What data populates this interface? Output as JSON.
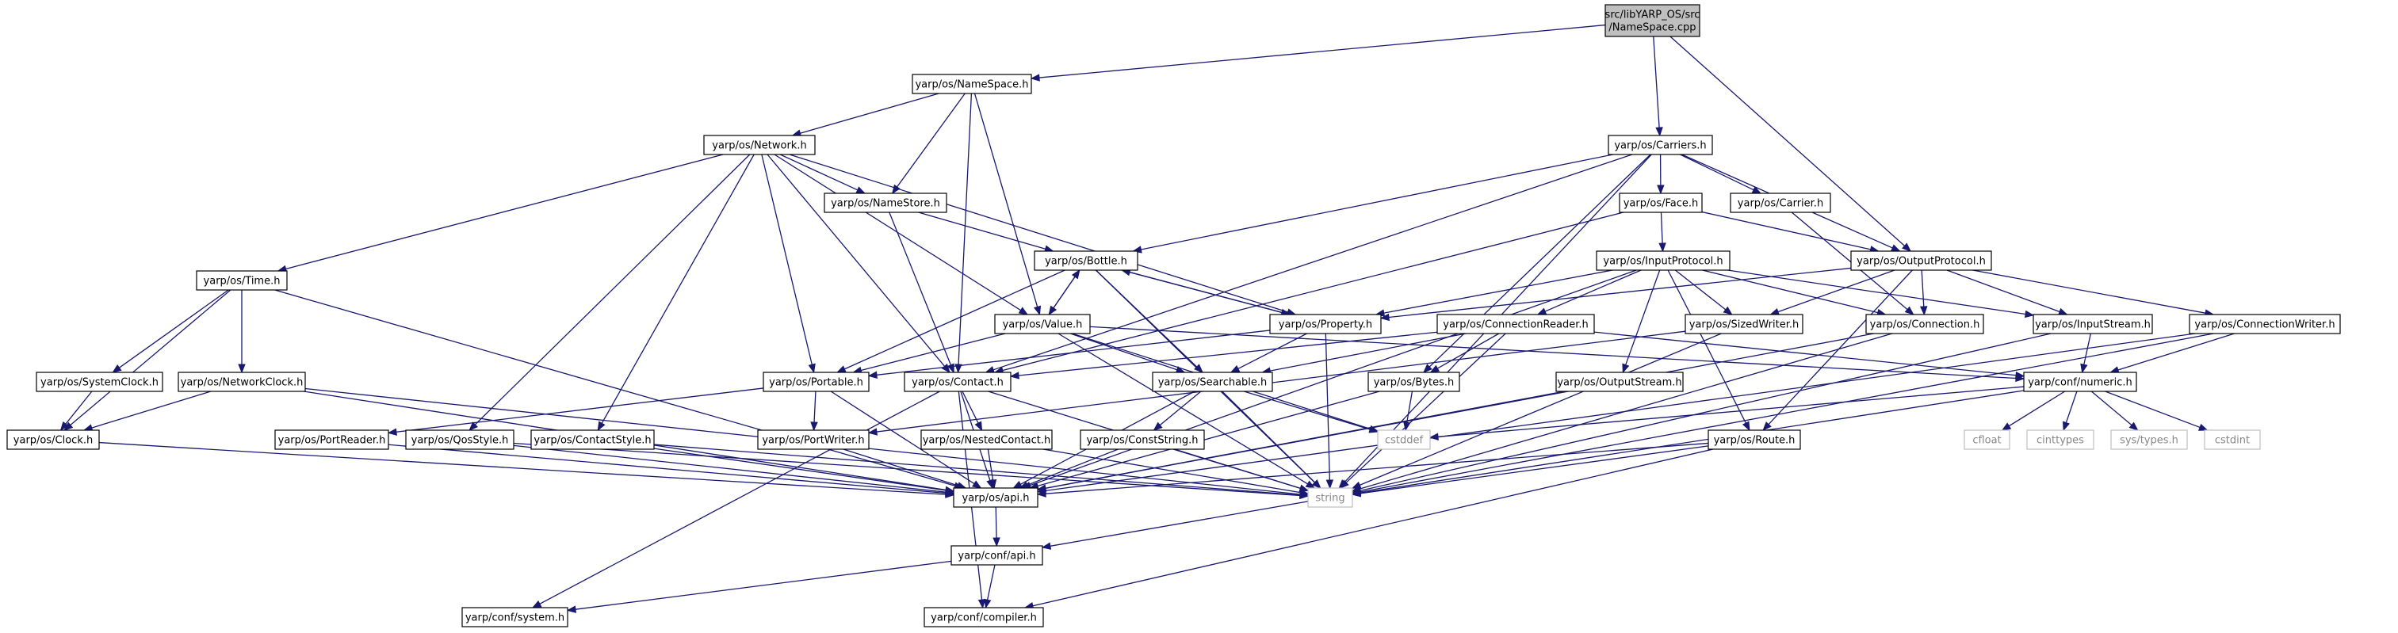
{
  "title": "",
  "colors": {
    "root_fill": "#bfbfbf",
    "node_border": "#000000",
    "system_border": "#bfbfbf",
    "system_text": "#888888",
    "edge": "#191970"
  },
  "nodes": [
    {
      "id": "root",
      "lines": [
        "src/libYARP_OS/src",
        "/NameSpace.cpp"
      ],
      "kind": "root"
    },
    {
      "id": "NameSpace_h",
      "lines": [
        "yarp/os/NameSpace.h"
      ],
      "kind": "local"
    },
    {
      "id": "Network_h",
      "lines": [
        "yarp/os/Network.h"
      ],
      "kind": "local"
    },
    {
      "id": "Carriers_h",
      "lines": [
        "yarp/os/Carriers.h"
      ],
      "kind": "local"
    },
    {
      "id": "NameStore_h",
      "lines": [
        "yarp/os/NameStore.h"
      ],
      "kind": "local"
    },
    {
      "id": "Face_h",
      "lines": [
        "yarp/os/Face.h"
      ],
      "kind": "local"
    },
    {
      "id": "Carrier_h",
      "lines": [
        "yarp/os/Carrier.h"
      ],
      "kind": "local"
    },
    {
      "id": "Bottle_h",
      "lines": [
        "yarp/os/Bottle.h"
      ],
      "kind": "local"
    },
    {
      "id": "InputProtocol_h",
      "lines": [
        "yarp/os/InputProtocol.h"
      ],
      "kind": "local"
    },
    {
      "id": "OutputProtocol_h",
      "lines": [
        "yarp/os/OutputProtocol.h"
      ],
      "kind": "local"
    },
    {
      "id": "Time_h",
      "lines": [
        "yarp/os/Time.h"
      ],
      "kind": "local"
    },
    {
      "id": "Value_h",
      "lines": [
        "yarp/os/Value.h"
      ],
      "kind": "local"
    },
    {
      "id": "Property_h",
      "lines": [
        "yarp/os/Property.h"
      ],
      "kind": "local"
    },
    {
      "id": "ConnectionReader_h",
      "lines": [
        "yarp/os/ConnectionReader.h"
      ],
      "kind": "local"
    },
    {
      "id": "SizedWriter_h",
      "lines": [
        "yarp/os/SizedWriter.h"
      ],
      "kind": "local"
    },
    {
      "id": "Connection_h",
      "lines": [
        "yarp/os/Connection.h"
      ],
      "kind": "local"
    },
    {
      "id": "InputStream_h",
      "lines": [
        "yarp/os/InputStream.h"
      ],
      "kind": "local"
    },
    {
      "id": "ConnectionWriter_h",
      "lines": [
        "yarp/os/ConnectionWriter.h"
      ],
      "kind": "local"
    },
    {
      "id": "SystemClock_h",
      "lines": [
        "yarp/os/SystemClock.h"
      ],
      "kind": "local"
    },
    {
      "id": "NetworkClock_h",
      "lines": [
        "yarp/os/NetworkClock.h"
      ],
      "kind": "local"
    },
    {
      "id": "Portable_h",
      "lines": [
        "yarp/os/Portable.h"
      ],
      "kind": "local"
    },
    {
      "id": "Contact_h",
      "lines": [
        "yarp/os/Contact.h"
      ],
      "kind": "local"
    },
    {
      "id": "Searchable_h",
      "lines": [
        "yarp/os/Searchable.h"
      ],
      "kind": "local"
    },
    {
      "id": "Bytes_h",
      "lines": [
        "yarp/os/Bytes.h"
      ],
      "kind": "local"
    },
    {
      "id": "OutputStream_h",
      "lines": [
        "yarp/os/OutputStream.h"
      ],
      "kind": "local"
    },
    {
      "id": "numeric_h",
      "lines": [
        "yarp/conf/numeric.h"
      ],
      "kind": "local"
    },
    {
      "id": "Clock_h",
      "lines": [
        "yarp/os/Clock.h"
      ],
      "kind": "local"
    },
    {
      "id": "PortReader_h",
      "lines": [
        "yarp/os/PortReader.h"
      ],
      "kind": "local"
    },
    {
      "id": "QosStyle_h",
      "lines": [
        "yarp/os/QosStyle.h"
      ],
      "kind": "local"
    },
    {
      "id": "ContactStyle_h",
      "lines": [
        "yarp/os/ContactStyle.h"
      ],
      "kind": "local"
    },
    {
      "id": "PortWriter_h",
      "lines": [
        "yarp/os/PortWriter.h"
      ],
      "kind": "local"
    },
    {
      "id": "NestedContact_h",
      "lines": [
        "yarp/os/NestedContact.h"
      ],
      "kind": "local"
    },
    {
      "id": "ConstString_h",
      "lines": [
        "yarp/os/ConstString.h"
      ],
      "kind": "local"
    },
    {
      "id": "cstddef",
      "lines": [
        "cstddef"
      ],
      "kind": "system"
    },
    {
      "id": "Route_h",
      "lines": [
        "yarp/os/Route.h"
      ],
      "kind": "local"
    },
    {
      "id": "cfloat",
      "lines": [
        "cfloat"
      ],
      "kind": "system"
    },
    {
      "id": "cinttypes",
      "lines": [
        "cinttypes"
      ],
      "kind": "system"
    },
    {
      "id": "sys_types_h",
      "lines": [
        "sys/types.h"
      ],
      "kind": "system"
    },
    {
      "id": "cstdint",
      "lines": [
        "cstdint"
      ],
      "kind": "system"
    },
    {
      "id": "os_api_h",
      "lines": [
        "yarp/os/api.h"
      ],
      "kind": "local"
    },
    {
      "id": "string",
      "lines": [
        "string"
      ],
      "kind": "system"
    },
    {
      "id": "conf_api_h",
      "lines": [
        "yarp/conf/api.h"
      ],
      "kind": "local"
    },
    {
      "id": "system_h",
      "lines": [
        "yarp/conf/system.h"
      ],
      "kind": "local"
    },
    {
      "id": "compiler_h",
      "lines": [
        "yarp/conf/compiler.h"
      ],
      "kind": "local"
    }
  ],
  "edges": [
    [
      "root",
      "NameSpace_h"
    ],
    [
      "root",
      "Carriers_h"
    ],
    [
      "root",
      "OutputProtocol_h"
    ],
    [
      "NameSpace_h",
      "Network_h"
    ],
    [
      "NameSpace_h",
      "NameStore_h"
    ],
    [
      "NameSpace_h",
      "Value_h"
    ],
    [
      "NameSpace_h",
      "Contact_h"
    ],
    [
      "Network_h",
      "Time_h"
    ],
    [
      "Network_h",
      "NameStore_h"
    ],
    [
      "Network_h",
      "Property_h"
    ],
    [
      "Network_h",
      "Value_h"
    ],
    [
      "Network_h",
      "Portable_h"
    ],
    [
      "Network_h",
      "Contact_h"
    ],
    [
      "Network_h",
      "QosStyle_h"
    ],
    [
      "Network_h",
      "ContactStyle_h"
    ],
    [
      "NameStore_h",
      "Bottle_h"
    ],
    [
      "NameStore_h",
      "Contact_h"
    ],
    [
      "Carriers_h",
      "Bottle_h"
    ],
    [
      "Carriers_h",
      "Face_h"
    ],
    [
      "Carriers_h",
      "Carrier_h"
    ],
    [
      "Carriers_h",
      "OutputProtocol_h"
    ],
    [
      "Carriers_h",
      "Contact_h"
    ],
    [
      "Carriers_h",
      "Bytes_h"
    ],
    [
      "Carriers_h",
      "string"
    ],
    [
      "Face_h",
      "InputProtocol_h"
    ],
    [
      "Face_h",
      "OutputProtocol_h"
    ],
    [
      "Face_h",
      "Contact_h"
    ],
    [
      "Carrier_h",
      "Connection_h"
    ],
    [
      "Bottle_h",
      "Value_h"
    ],
    [
      "Bottle_h",
      "Property_h"
    ],
    [
      "Bottle_h",
      "Portable_h"
    ],
    [
      "Bottle_h",
      "Searchable_h"
    ],
    [
      "Bottle_h",
      "string"
    ],
    [
      "Value_h",
      "Bottle_h"
    ],
    [
      "Value_h",
      "Portable_h"
    ],
    [
      "Value_h",
      "Searchable_h"
    ],
    [
      "Value_h",
      "numeric_h"
    ],
    [
      "Value_h",
      "cstddef"
    ],
    [
      "Value_h",
      "string"
    ],
    [
      "Property_h",
      "Bottle_h"
    ],
    [
      "Property_h",
      "Portable_h"
    ],
    [
      "Property_h",
      "Searchable_h"
    ],
    [
      "Property_h",
      "string"
    ],
    [
      "InputProtocol_h",
      "Property_h"
    ],
    [
      "InputProtocol_h",
      "ConnectionReader_h"
    ],
    [
      "InputProtocol_h",
      "SizedWriter_h"
    ],
    [
      "InputProtocol_h",
      "Connection_h"
    ],
    [
      "InputProtocol_h",
      "InputStream_h"
    ],
    [
      "InputProtocol_h",
      "OutputStream_h"
    ],
    [
      "InputProtocol_h",
      "Route_h"
    ],
    [
      "InputProtocol_h",
      "os_api_h"
    ],
    [
      "OutputProtocol_h",
      "Property_h"
    ],
    [
      "OutputProtocol_h",
      "SizedWriter_h"
    ],
    [
      "OutputProtocol_h",
      "Connection_h"
    ],
    [
      "OutputProtocol_h",
      "InputStream_h"
    ],
    [
      "OutputProtocol_h",
      "ConnectionWriter_h"
    ],
    [
      "OutputProtocol_h",
      "Route_h"
    ],
    [
      "ConnectionReader_h",
      "Searchable_h"
    ],
    [
      "ConnectionReader_h",
      "Contact_h"
    ],
    [
      "ConnectionReader_h",
      "Bytes_h"
    ],
    [
      "ConnectionReader_h",
      "numeric_h"
    ],
    [
      "ConnectionReader_h",
      "string"
    ],
    [
      "SizedWriter_h",
      "PortWriter_h"
    ],
    [
      "SizedWriter_h",
      "string"
    ],
    [
      "Connection_h",
      "os_api_h"
    ],
    [
      "Connection_h",
      "string"
    ],
    [
      "InputStream_h",
      "numeric_h"
    ],
    [
      "InputStream_h",
      "string"
    ],
    [
      "ConnectionWriter_h",
      "numeric_h"
    ],
    [
      "ConnectionWriter_h",
      "os_api_h"
    ],
    [
      "ConnectionWriter_h",
      "string"
    ],
    [
      "Time_h",
      "SystemClock_h"
    ],
    [
      "Time_h",
      "NetworkClock_h"
    ],
    [
      "Time_h",
      "Clock_h"
    ],
    [
      "Time_h",
      "os_api_h"
    ],
    [
      "SystemClock_h",
      "Clock_h"
    ],
    [
      "NetworkClock_h",
      "Clock_h"
    ],
    [
      "NetworkClock_h",
      "os_api_h"
    ],
    [
      "NetworkClock_h",
      "string"
    ],
    [
      "Clock_h",
      "os_api_h"
    ],
    [
      "Portable_h",
      "PortReader_h"
    ],
    [
      "Portable_h",
      "PortWriter_h"
    ],
    [
      "Portable_h",
      "os_api_h"
    ],
    [
      "Contact_h",
      "NestedContact_h"
    ],
    [
      "Contact_h",
      "os_api_h"
    ],
    [
      "Contact_h",
      "string"
    ],
    [
      "Contact_h",
      "system_h"
    ],
    [
      "Contact_h",
      "compiler_h"
    ],
    [
      "Searchable_h",
      "ConstString_h"
    ],
    [
      "Searchable_h",
      "os_api_h"
    ],
    [
      "Searchable_h",
      "cstddef"
    ],
    [
      "Searchable_h",
      "string"
    ],
    [
      "Bytes_h",
      "cstddef"
    ],
    [
      "Bytes_h",
      "os_api_h"
    ],
    [
      "OutputStream_h",
      "os_api_h"
    ],
    [
      "numeric_h",
      "cstddef"
    ],
    [
      "numeric_h",
      "cfloat"
    ],
    [
      "numeric_h",
      "cinttypes"
    ],
    [
      "numeric_h",
      "sys_types_h"
    ],
    [
      "numeric_h",
      "cstdint"
    ],
    [
      "numeric_h",
      "string"
    ],
    [
      "PortReader_h",
      "os_api_h"
    ],
    [
      "QosStyle_h",
      "os_api_h"
    ],
    [
      "QosStyle_h",
      "string"
    ],
    [
      "ContactStyle_h",
      "os_api_h"
    ],
    [
      "ContactStyle_h",
      "string"
    ],
    [
      "PortWriter_h",
      "os_api_h"
    ],
    [
      "NestedContact_h",
      "os_api_h"
    ],
    [
      "NestedContact_h",
      "string"
    ],
    [
      "ConstString_h",
      "os_api_h"
    ],
    [
      "ConstString_h",
      "string"
    ],
    [
      "Route_h",
      "os_api_h"
    ],
    [
      "Route_h",
      "string"
    ],
    [
      "Route_h",
      "compiler_h"
    ],
    [
      "os_api_h",
      "conf_api_h"
    ],
    [
      "conf_api_h",
      "system_h"
    ],
    [
      "conf_api_h",
      "compiler_h"
    ],
    [
      "string",
      "conf_api_h"
    ]
  ]
}
